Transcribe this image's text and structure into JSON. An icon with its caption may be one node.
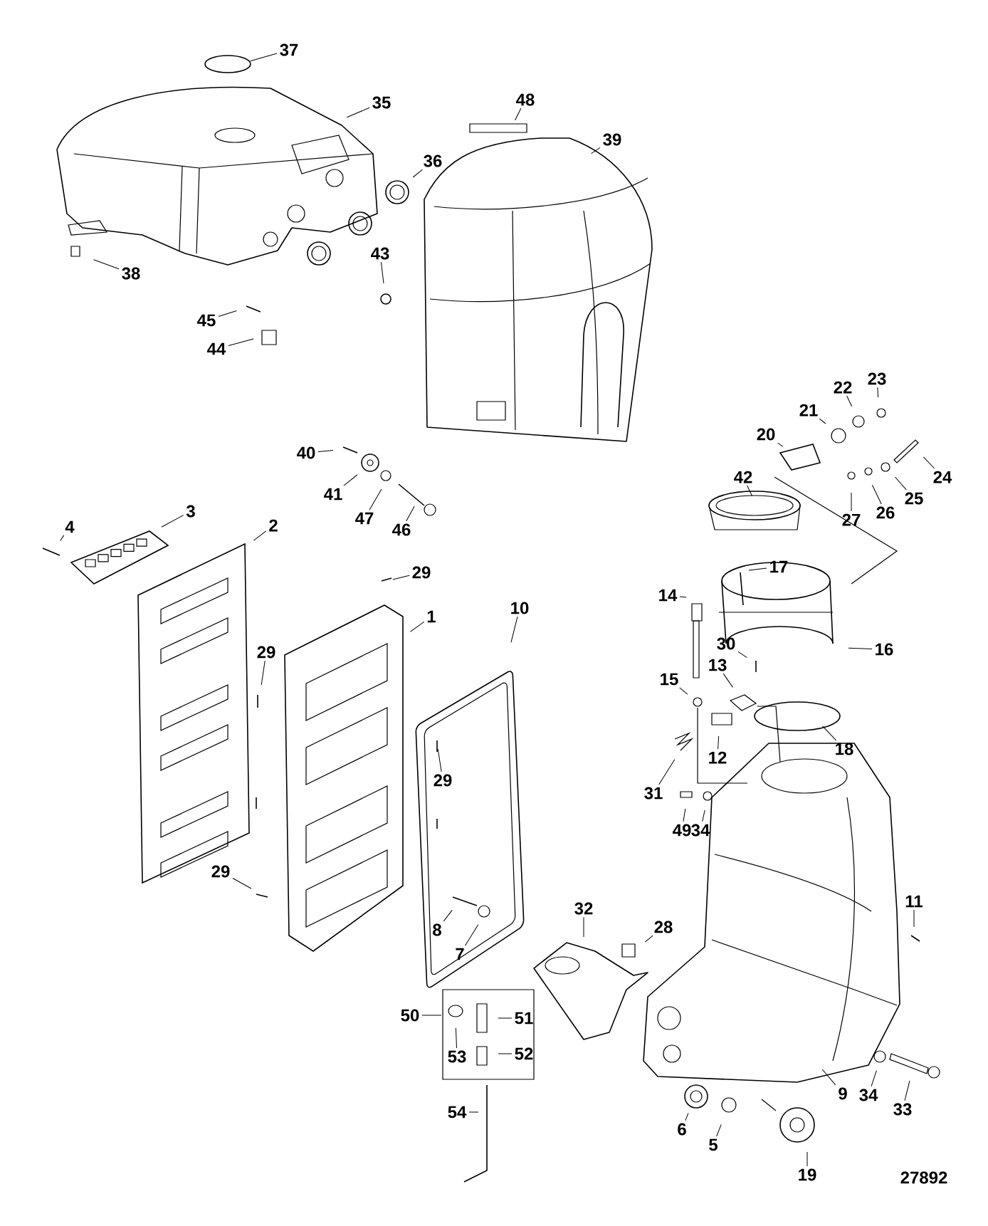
{
  "diagram": {
    "nodes": [
      {
        "text": [
          "37"
        ]
      },
      {
        "text": [
          "48"
        ]
      },
      {
        "text": [
          "35"
        ]
      },
      {
        "text": [
          "39"
        ]
      },
      {
        "text": [
          "36"
        ]
      },
      {
        "text": [
          "43"
        ]
      },
      {
        "text": [
          "38"
        ]
      },
      {
        "text": [
          "45"
        ]
      },
      {
        "text": [
          "44"
        ]
      },
      {
        "text": [
          "22"
        ]
      },
      {
        "text": [
          "23"
        ]
      },
      {
        "text": [
          "21"
        ]
      },
      {
        "text": [
          "20"
        ]
      },
      {
        "text": [
          "40"
        ]
      },
      {
        "text": [
          "41"
        ]
      },
      {
        "text": [
          "24"
        ]
      },
      {
        "text": [
          "25"
        ]
      },
      {
        "text": [
          "26"
        ]
      },
      {
        "text": [
          "27"
        ]
      },
      {
        "text": [
          "42"
        ]
      },
      {
        "text": [
          "3"
        ]
      },
      {
        "text": [
          "47"
        ]
      },
      {
        "text": [
          "4"
        ]
      },
      {
        "text": [
          "2"
        ]
      },
      {
        "text": [
          "46"
        ]
      },
      {
        "text": [
          "17"
        ]
      },
      {
        "text": [
          "29"
        ]
      },
      {
        "text": [
          "14"
        ]
      },
      {
        "text": [
          "10"
        ]
      },
      {
        "text": [
          "1"
        ]
      },
      {
        "text": [
          "30"
        ]
      },
      {
        "text": [
          "16"
        ]
      },
      {
        "text": [
          "13"
        ]
      },
      {
        "text": [
          "29"
        ]
      },
      {
        "text": [
          "15"
        ]
      },
      {
        "text": [
          "18"
        ]
      },
      {
        "text": [
          "12"
        ]
      },
      {
        "text": [
          "29"
        ]
      },
      {
        "text": [
          "31"
        ]
      },
      {
        "text": [
          "49"
        ]
      },
      {
        "text": [
          "34"
        ]
      },
      {
        "text": [
          "29"
        ]
      },
      {
        "text": [
          "11"
        ]
      },
      {
        "text": [
          "32"
        ]
      },
      {
        "text": [
          "28"
        ]
      },
      {
        "text": [
          "8"
        ]
      },
      {
        "text": [
          "7"
        ]
      },
      {
        "text": [
          "50"
        ]
      },
      {
        "text": [
          "51"
        ]
      },
      {
        "text": [
          "53"
        ]
      },
      {
        "text": [
          "52"
        ]
      },
      {
        "text": [
          "34"
        ]
      },
      {
        "text": [
          "9"
        ]
      },
      {
        "text": [
          "33"
        ]
      },
      {
        "text": [
          "54"
        ]
      },
      {
        "text": [
          "6"
        ]
      },
      {
        "text": [
          "5"
        ]
      },
      {
        "text": [
          "19"
        ]
      }
    ],
    "edges": [
      {
        "from": 0,
        "to": null,
        "arrow": "none"
      },
      {
        "from": 1,
        "to": null,
        "arrow": "none"
      },
      {
        "from": 2,
        "to": null,
        "arrow": "none"
      },
      {
        "from": 3,
        "to": null,
        "arrow": "none"
      },
      {
        "from": 4,
        "to": null,
        "arrow": "none"
      },
      {
        "from": 5,
        "to": null,
        "arrow": "none"
      },
      {
        "from": 6,
        "to": null,
        "arrow": "none"
      },
      {
        "from": 7,
        "to": null,
        "arrow": "none"
      },
      {
        "from": 8,
        "to": null,
        "arrow": "none"
      },
      {
        "from": 9,
        "to": null,
        "arrow": "none"
      },
      {
        "from": 10,
        "to": null,
        "arrow": "none"
      },
      {
        "from": 11,
        "to": null,
        "arrow": "none"
      },
      {
        "from": 12,
        "to": null,
        "arrow": "none"
      },
      {
        "from": 13,
        "to": null,
        "arrow": "none"
      },
      {
        "from": 14,
        "to": null,
        "arrow": "none"
      },
      {
        "from": 15,
        "to": null,
        "arrow": "none"
      },
      {
        "from": 16,
        "to": null,
        "arrow": "none"
      },
      {
        "from": 17,
        "to": null,
        "arrow": "none"
      },
      {
        "from": 18,
        "to": null,
        "arrow": "none"
      },
      {
        "from": 19,
        "to": null,
        "arrow": "none"
      },
      {
        "from": 20,
        "to": null,
        "arrow": "none"
      },
      {
        "from": 21,
        "to": null,
        "arrow": "none"
      },
      {
        "from": 22,
        "to": null,
        "arrow": "none"
      },
      {
        "from": 23,
        "to": null,
        "arrow": "none"
      },
      {
        "from": 24,
        "to": null,
        "arrow": "none"
      },
      {
        "from": 25,
        "to": null,
        "arrow": "none"
      },
      {
        "from": 26,
        "to": null,
        "arrow": "none"
      },
      {
        "from": 27,
        "to": null,
        "arrow": "none"
      },
      {
        "from": 28,
        "to": null,
        "arrow": "none"
      },
      {
        "from": 29,
        "to": null,
        "arrow": "none"
      },
      {
        "from": 30,
        "to": null,
        "arrow": "none"
      },
      {
        "from": 31,
        "to": null,
        "arrow": "none"
      },
      {
        "from": 32,
        "to": null,
        "arrow": "none"
      },
      {
        "from": 33,
        "to": null,
        "arrow": "none"
      },
      {
        "from": 34,
        "to": null,
        "arrow": "none"
      },
      {
        "from": 35,
        "to": null,
        "arrow": "none"
      },
      {
        "from": 36,
        "to": null,
        "arrow": "none"
      },
      {
        "from": 37,
        "to": null,
        "arrow": "none"
      },
      {
        "from": 38,
        "to": null,
        "arrow": "none"
      },
      {
        "from": 39,
        "to": null,
        "arrow": "none"
      },
      {
        "from": 40,
        "to": null,
        "arrow": "none"
      },
      {
        "from": 41,
        "to": null,
        "arrow": "none"
      },
      {
        "from": 42,
        "to": null,
        "arrow": "none"
      },
      {
        "from": 43,
        "to": null,
        "arrow": "none"
      },
      {
        "from": 44,
        "to": null,
        "arrow": "none"
      },
      {
        "from": 45,
        "to": null,
        "arrow": "none"
      },
      {
        "from": 46,
        "to": null,
        "arrow": "none"
      },
      {
        "from": 47,
        "to": null,
        "arrow": "none"
      },
      {
        "from": 48,
        "to": null,
        "arrow": "none"
      },
      {
        "from": 49,
        "to": null,
        "arrow": "none"
      },
      {
        "from": 50,
        "to": null,
        "arrow": "none"
      },
      {
        "from": 51,
        "to": null,
        "arrow": "none"
      },
      {
        "from": 52,
        "to": null,
        "arrow": "none"
      },
      {
        "from": 53,
        "to": null,
        "arrow": "none"
      },
      {
        "from": 54,
        "to": null,
        "arrow": "none"
      },
      {
        "from": 55,
        "to": null,
        "arrow": "none"
      },
      {
        "from": 56,
        "to": null,
        "arrow": "none"
      },
      {
        "from": 57,
        "to": null,
        "arrow": "none"
      }
    ],
    "labels": [
      "27892"
    ]
  }
}
